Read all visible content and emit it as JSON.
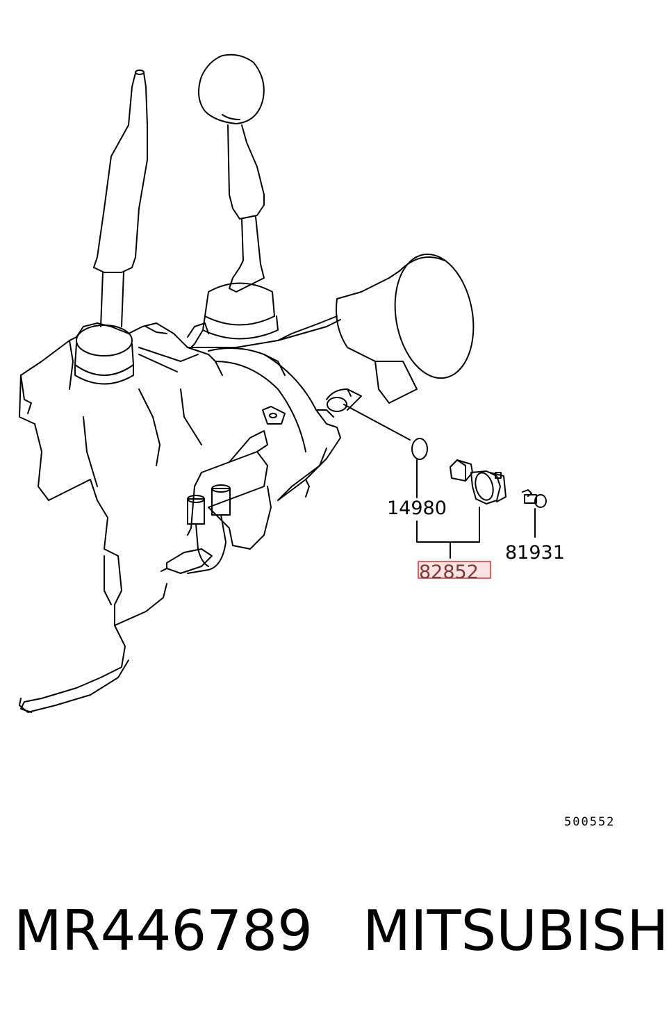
{
  "labels": {
    "oring": "14980",
    "sensor_assembly": "82852",
    "bolt": "81931",
    "reference": "500552"
  },
  "caption": {
    "part_number": "MR446789",
    "brand": "MITSUBISHI"
  },
  "colors": {
    "line": "#000000",
    "highlight_border": "#e03030",
    "highlight_fill": "#fbe3e3"
  }
}
